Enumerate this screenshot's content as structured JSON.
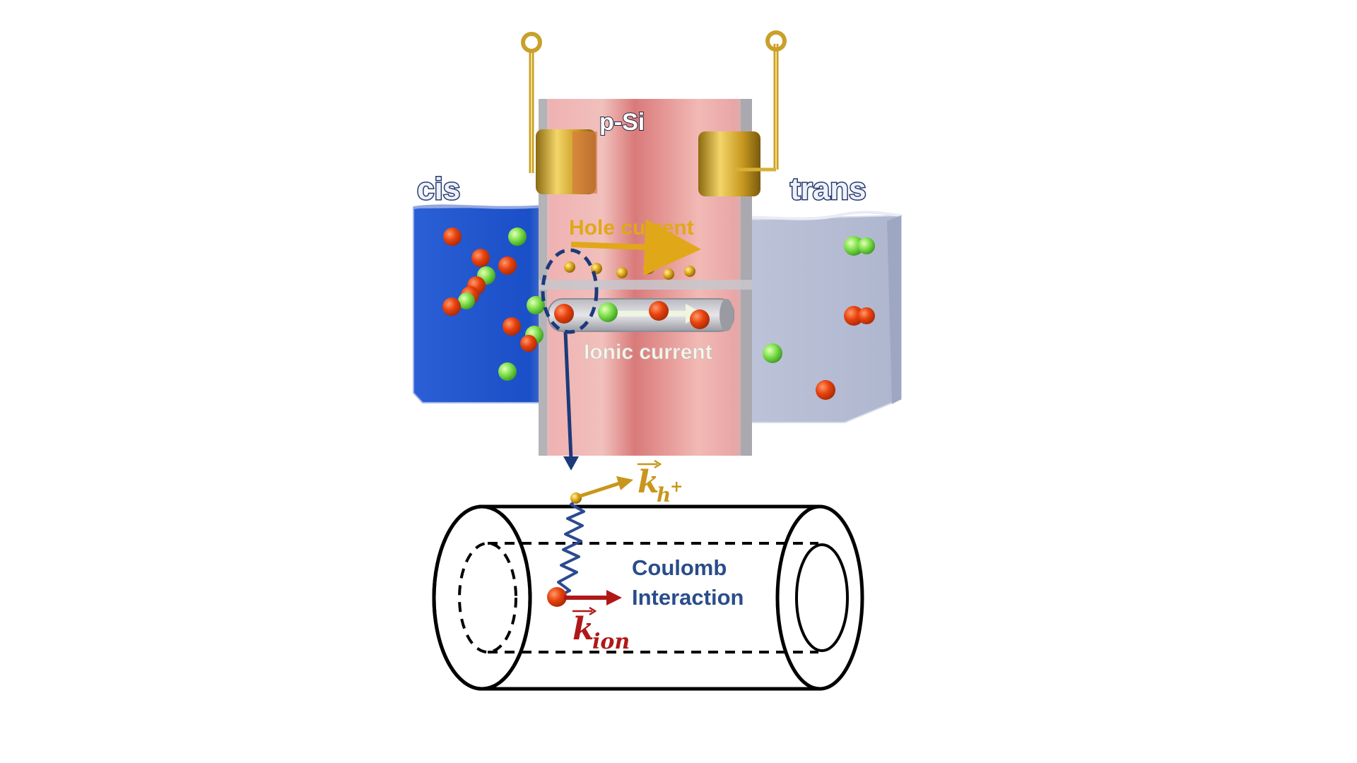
{
  "labels": {
    "psi": "p-Si",
    "cis": "cis",
    "trans": "trans",
    "hole_current": "Hole current",
    "ionic_current": "Ionic current",
    "coulomb_line1": "Coulomb",
    "coulomb_line2": "Interaction",
    "k_symbol": "k",
    "k_h_sub": "h",
    "k_h_sup": "+",
    "k_ion_sub": "ion"
  },
  "colors": {
    "cis_bath": "#1f55c8",
    "trans_bath": "#b7bfd6",
    "silicon": "#e9a3a3",
    "gold": "#d4a520",
    "hole_arrow": "#e0a818",
    "ion_red": "#e64010",
    "ion_green": "#7be04a",
    "coulomb_text": "#2a4d8a",
    "k_ion": "#b01818",
    "k_h": "#c8961a",
    "spring": "#2b4a8f"
  }
}
